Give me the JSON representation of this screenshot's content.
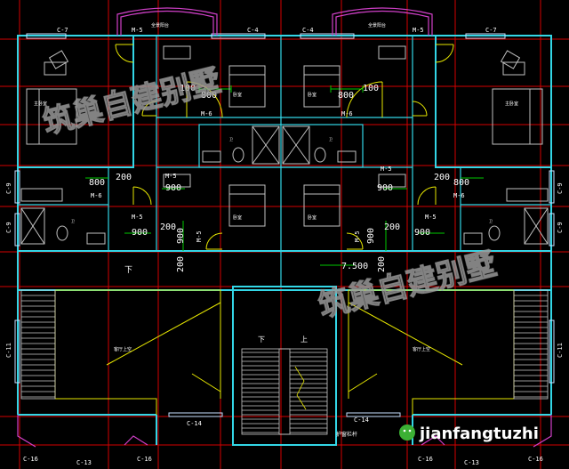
{
  "colors": {
    "background": "#000000",
    "axis": "#d40000",
    "wall": "#33d6e6",
    "window": "#c8e0ff",
    "door": "#e6e600",
    "dim": "#00c800",
    "text": "#ffffff",
    "furniture": "#c0c0c0",
    "stair": "#c8c8c8",
    "bay": "#d040c8",
    "watermark": "#9a9a9a"
  },
  "labels": {
    "window_c7": "C-7",
    "window_c4": "C-4",
    "window_c9": "C-9",
    "window_c11": "C-11",
    "window_c13": "C-13",
    "window_c14": "C-14",
    "window_c16": "C-16",
    "door_m5": "M-5",
    "door_m6": "M-6",
    "dim_100": "100",
    "dim_200": "200",
    "dim_800": "800",
    "dim_900": "900",
    "elevation": "7.500",
    "down_arrow": "下",
    "up_arrow": "上",
    "railing_note": "护窗栏杆",
    "balcony_note": "全景阳台",
    "room_master": "主卧室",
    "room_bedroom": "卧室",
    "room_toilet": "卫",
    "room_void": "客厅上空"
  },
  "watermark_text": "筑巢自建别墅",
  "brand": "jianfangtuzhi"
}
